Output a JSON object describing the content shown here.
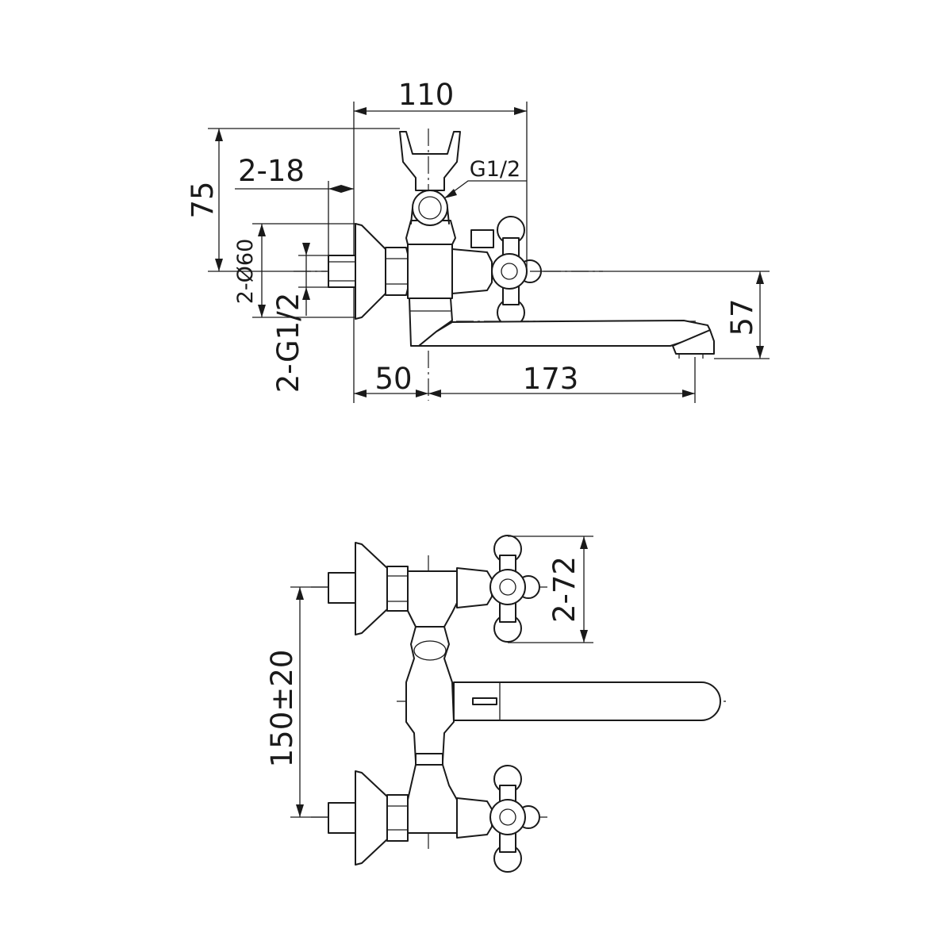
{
  "side_view": {
    "dim_top_width": "110",
    "dim_height": "75",
    "dim_eccentric_width": "2-18",
    "dim_thread_label": "G1/2",
    "dim_flange_diameter": "2-Ø60",
    "dim_inlet_thread": "2-G1/2",
    "dim_spout_height": "57",
    "dim_wall_offset": "50",
    "dim_spout_length": "173"
  },
  "top_view": {
    "dim_handle_size": "2-72",
    "dim_center_distance": "150±20"
  }
}
